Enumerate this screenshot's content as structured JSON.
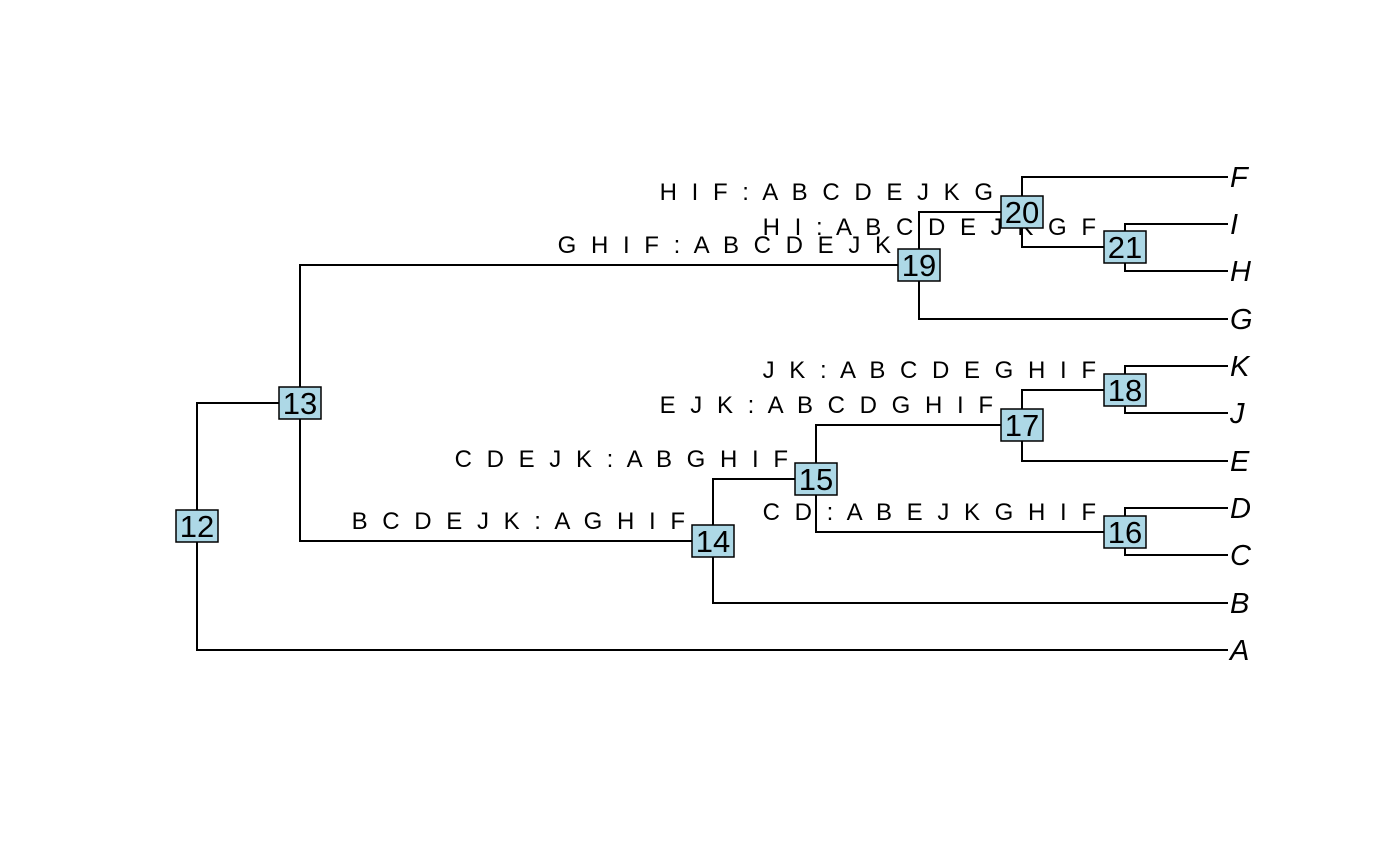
{
  "tips": [
    {
      "id": "tip-F",
      "label": "F"
    },
    {
      "id": "tip-I",
      "label": "I"
    },
    {
      "id": "tip-H",
      "label": "H"
    },
    {
      "id": "tip-G",
      "label": "G"
    },
    {
      "id": "tip-K",
      "label": "K"
    },
    {
      "id": "tip-J",
      "label": "J"
    },
    {
      "id": "tip-E",
      "label": "E"
    },
    {
      "id": "tip-D",
      "label": "D"
    },
    {
      "id": "tip-C",
      "label": "C"
    },
    {
      "id": "tip-B",
      "label": "B"
    },
    {
      "id": "tip-A",
      "label": "A"
    }
  ],
  "nodes": [
    {
      "id": "n12",
      "label": "12"
    },
    {
      "id": "n13",
      "label": "13"
    },
    {
      "id": "n14",
      "label": "14"
    },
    {
      "id": "n15",
      "label": "15"
    },
    {
      "id": "n16",
      "label": "16"
    },
    {
      "id": "n17",
      "label": "17"
    },
    {
      "id": "n18",
      "label": "18"
    },
    {
      "id": "n19",
      "label": "19"
    },
    {
      "id": "n20",
      "label": "20"
    },
    {
      "id": "n21",
      "label": "21"
    }
  ],
  "splits": [
    {
      "node": "n20",
      "label": "H I F : A B C D E J K G"
    },
    {
      "node": "n21",
      "label": "H I : A B C D E J K G F"
    },
    {
      "node": "n19",
      "label": "G H I F : A B C D E J K"
    },
    {
      "node": "n18",
      "label": "J K : A B C D E G H I F"
    },
    {
      "node": "n17",
      "label": "E J K : A B C D G H I F"
    },
    {
      "node": "n15",
      "label": "C D E J K : A B G H I F"
    },
    {
      "node": "n16",
      "label": "C D : A B E J K G H I F"
    },
    {
      "node": "n14",
      "label": "B C D E J K : A G H I F"
    }
  ],
  "colors": {
    "node_fill": "#add8e6",
    "line": "#000000"
  }
}
